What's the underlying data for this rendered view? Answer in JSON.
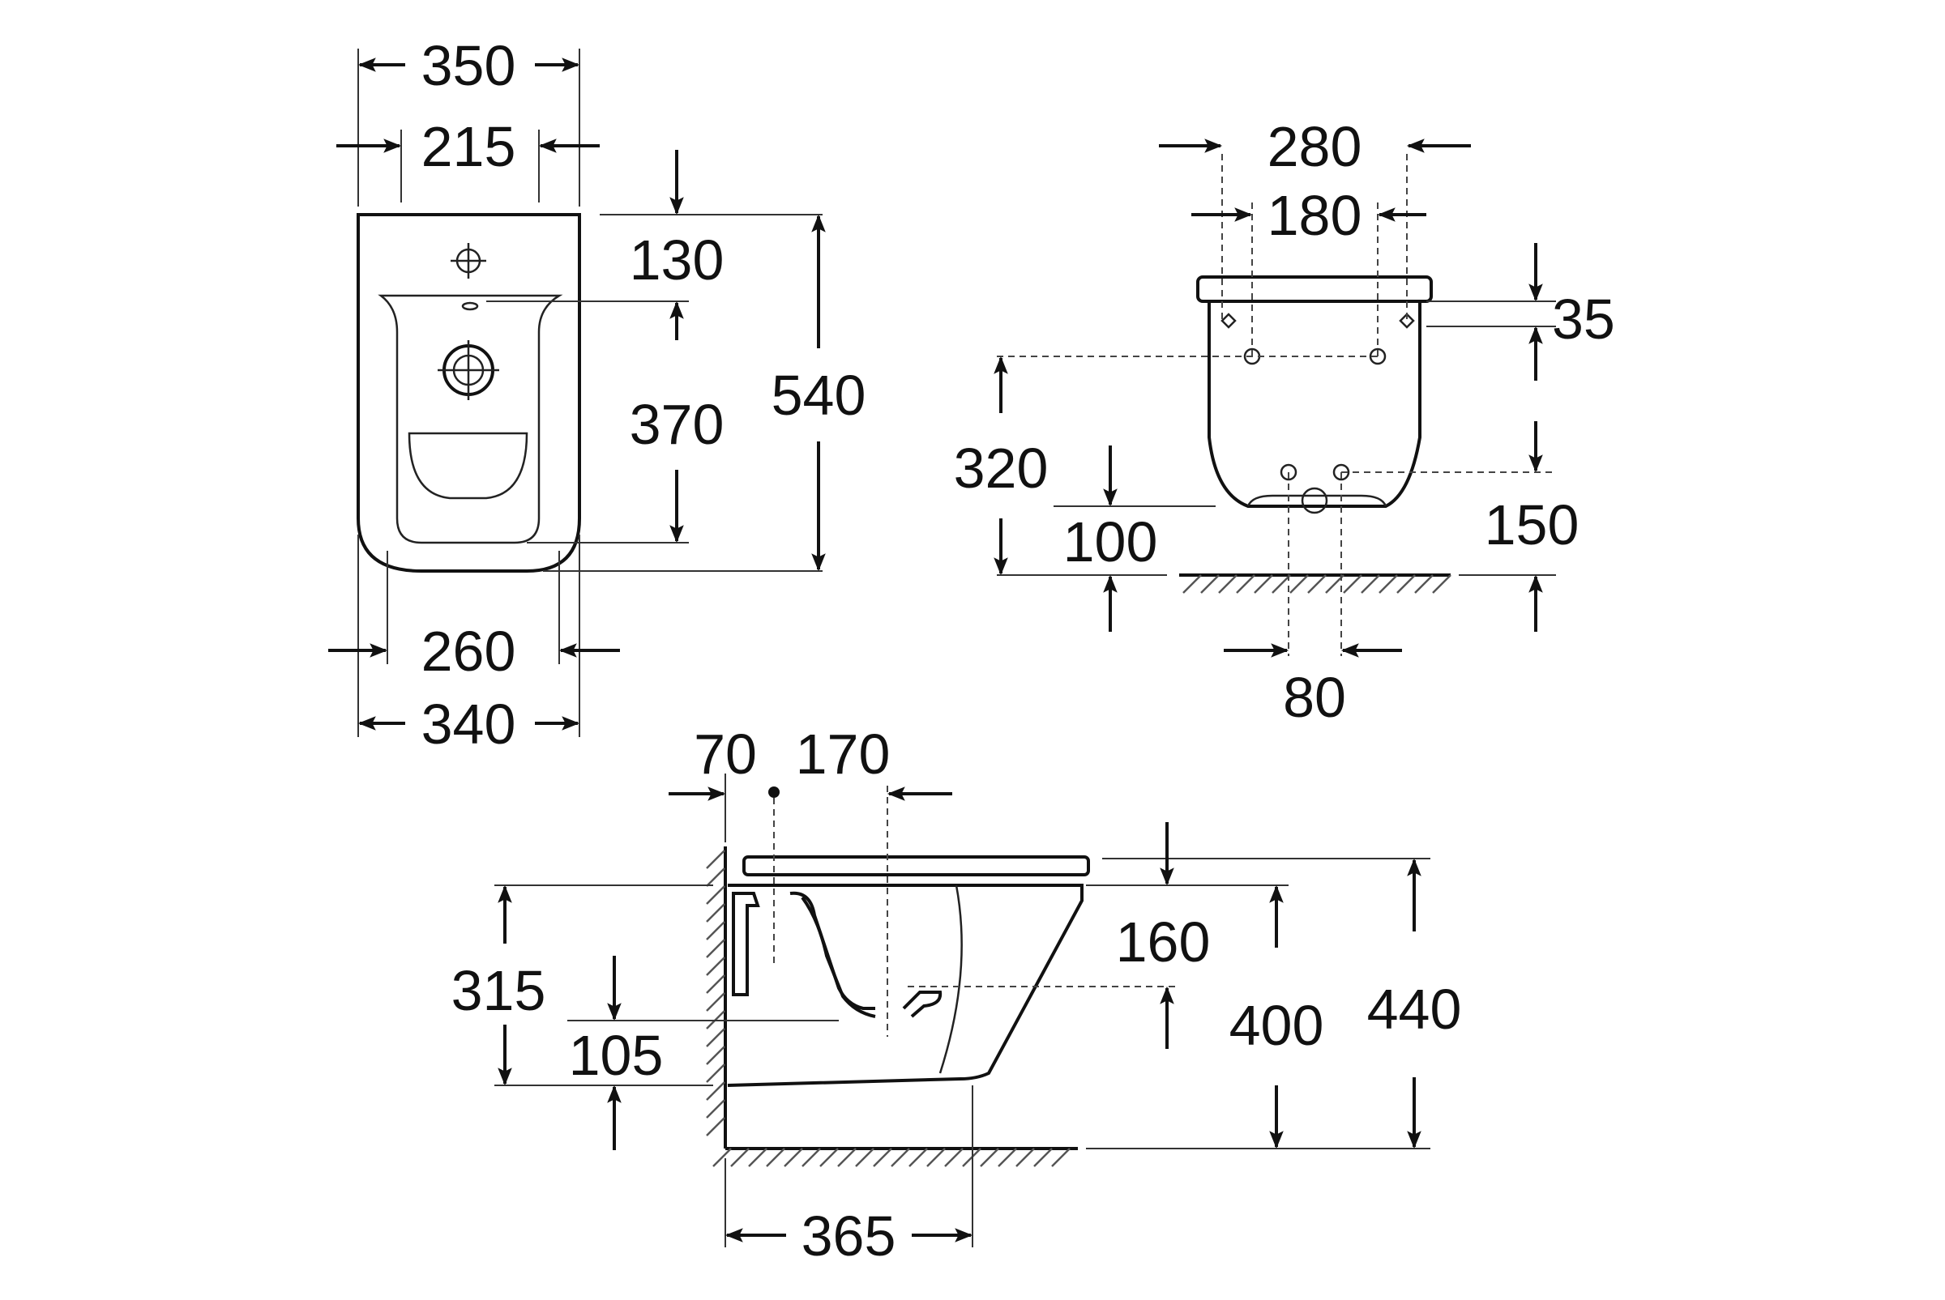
{
  "top_view": {
    "width_overall": "350",
    "width_inner": "215",
    "tap_offset": "130",
    "bowl_length": "370",
    "length_overall": "540",
    "bottom_inner": "260",
    "bottom_overall": "340"
  },
  "back_view": {
    "fixing_outer": "280",
    "fixing_inner": "180",
    "rim_offset": "35",
    "fixing_height": "320",
    "waste_height": "100",
    "supply_height": "150",
    "supply_spacing": "80"
  },
  "side_view": {
    "wall_offset": "70",
    "tap_center": "170",
    "fixing_height": "315",
    "waste_height": "105",
    "rim_to_outlet": "160",
    "rim_height": "400",
    "seat_height": "440",
    "projection": "365"
  }
}
